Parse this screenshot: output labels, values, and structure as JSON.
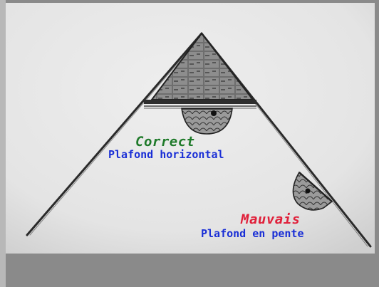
{
  "labels": {
    "correct": {
      "title": "Correct",
      "subtitle": "Plafond horizontal"
    },
    "wrong": {
      "title": "Mauvais",
      "subtitle": "Plafond en pente"
    }
  },
  "colors": {
    "correct_title": "#1f7a2a",
    "wrong_title": "#e0203a",
    "subtitle": "#1a2fd6",
    "pencil": "#2a2a2a",
    "paper": "#e9e9e9"
  }
}
